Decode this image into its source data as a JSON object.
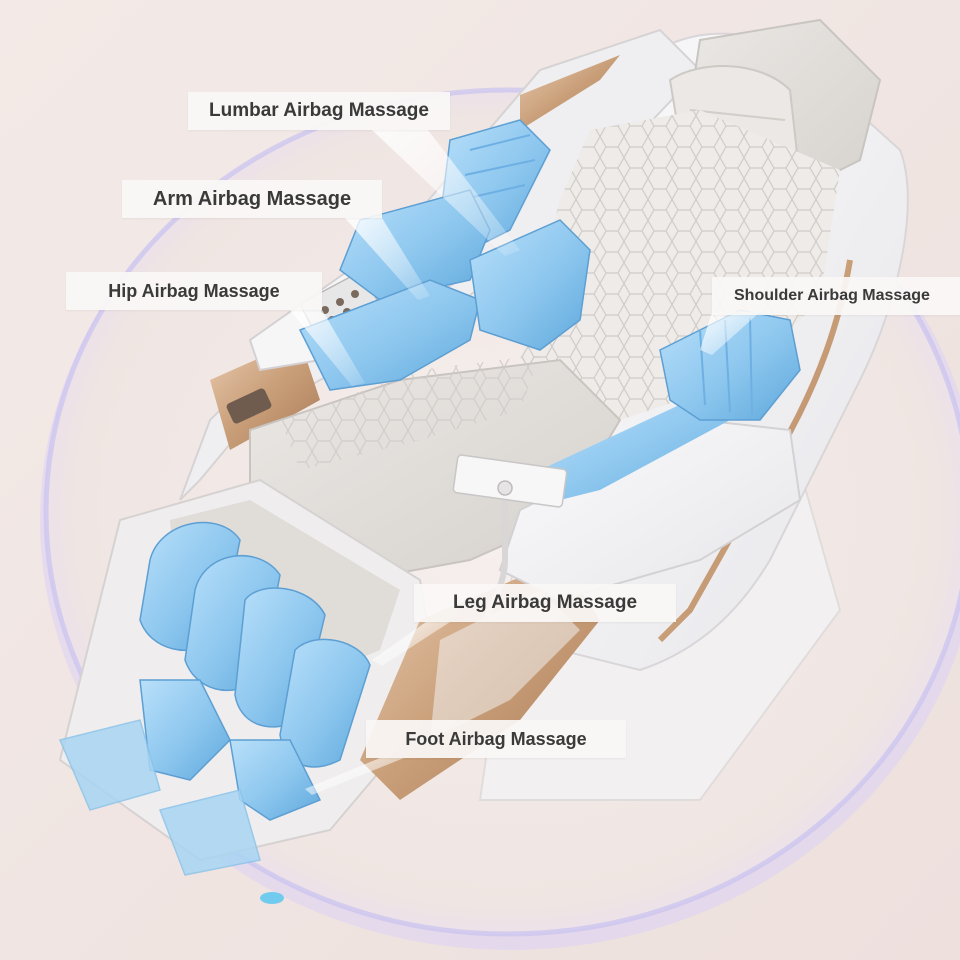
{
  "image": {
    "subject": "massage-chair",
    "colors": {
      "background": "#f1e7e4",
      "platform": "#f4ece9",
      "platform_glow": "#c9c3f0",
      "shell_white": "#f5f5f6",
      "cushion_gray": "#dedad6",
      "airbag_blue": "#8fc8ef",
      "trim_gold": "#c79d77"
    }
  },
  "labels": {
    "lumbar": "Lumbar Airbag Massage",
    "arm": "Arm Airbag Massage",
    "hip": "Hip Airbag Massage",
    "shoulder": "Shoulder Airbag Massage",
    "leg": "Leg Airbag Massage",
    "foot": "Foot Airbag Massage"
  }
}
